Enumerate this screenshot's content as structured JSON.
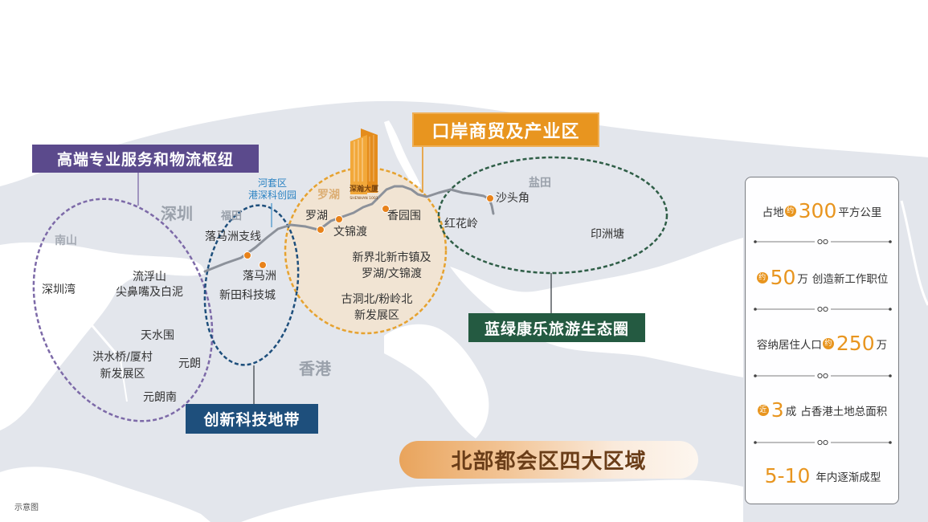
{
  "title": "北部都会区四大区域",
  "note": "示意图",
  "zones": {
    "logistics_hub": {
      "label": "高端专业服务和物流枢纽",
      "color": "#5b4a8c"
    },
    "port_trade": {
      "label": "口岸商贸及产业区",
      "color": "#e8951f"
    },
    "eco_recreation": {
      "label": "蓝绿康乐旅游生态圈",
      "color": "#245a41"
    },
    "innovation_tech": {
      "label": "创新科技地带",
      "color": "#1e4f7c"
    }
  },
  "regions": {
    "shenzhen": "深圳",
    "hong_kong": "香港",
    "nanshan": "南山",
    "futian": "福田",
    "luohu": "罗湖",
    "yantian": "盐田"
  },
  "hetao": [
    "河套区",
    "港深科创园"
  ],
  "places": {
    "logistics_hub": [
      [
        "深圳湾"
      ],
      [
        "流浮山",
        "尖鼻嘴及白泥"
      ],
      [
        "天水围"
      ],
      [
        "洪水桥/厦村",
        "新发展区"
      ],
      [
        "元朗"
      ],
      [
        "元朗南"
      ]
    ],
    "innovation_tech": [
      [
        "落马洲支线"
      ],
      [
        "落马洲"
      ],
      [
        "新田科技城"
      ]
    ],
    "port_trade": [
      [
        "罗湖"
      ],
      [
        "文锦渡"
      ],
      [
        "香园围"
      ],
      [
        "新界北新市镇及",
        "罗湖/文锦渡"
      ],
      [
        "古洞北/粉岭北",
        "新发展区"
      ]
    ],
    "eco_recreation": [
      [
        "沙头角"
      ],
      [
        "红花岭"
      ],
      [
        "印洲塘"
      ]
    ]
  },
  "landmark": {
    "name": "深瀚大厦",
    "name_en": "SHENHAN 1001",
    "icon": "building-tower-icon"
  },
  "stats": [
    {
      "lead": "占地",
      "badge": "约",
      "value": "300",
      "unit": "平方公里"
    },
    {
      "badge": "约",
      "value": "50",
      "unit": "万",
      "tail": "创造新工作职位"
    },
    {
      "lead": "容纳居住人口",
      "badge": "约",
      "value": "250",
      "unit": "万"
    },
    {
      "badge": "近",
      "value": "3",
      "unit": "成",
      "tail": "占香港土地总面积"
    },
    {
      "value": "5-10",
      "unit": "年内逐渐成型"
    }
  ],
  "colors": {
    "land": "#e3e6ec",
    "water": "#ffffff",
    "accent": "#e8951f",
    "border_line": "#8c919a",
    "port_zone_fill": "#f2e3d1",
    "marker": "#e8821a"
  }
}
